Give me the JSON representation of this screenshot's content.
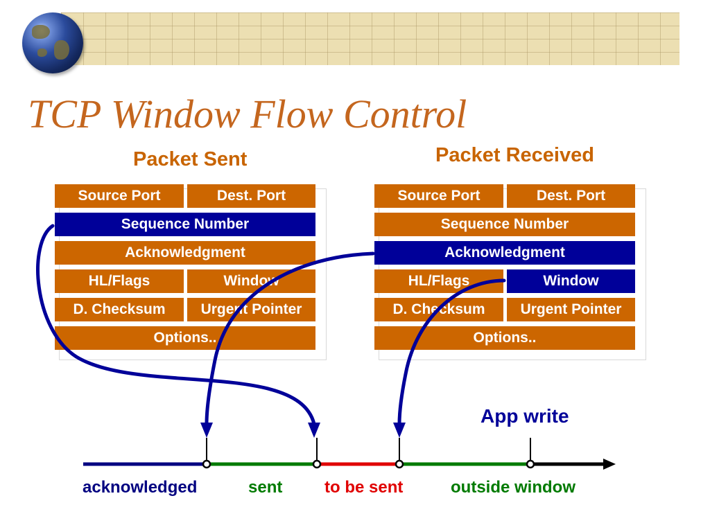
{
  "slide": {
    "title": "TCP Window Flow Control"
  },
  "packets": {
    "sent": {
      "heading": "Packet Sent",
      "rows": [
        [
          "Source Port",
          "Dest. Port"
        ],
        [
          "Sequence Number"
        ],
        [
          "Acknowledgment"
        ],
        [
          "HL/Flags",
          "Window"
        ],
        [
          "D. Checksum",
          "Urgent Pointer"
        ],
        [
          "Options.."
        ]
      ],
      "highlighted_field": "Sequence Number"
    },
    "received": {
      "heading": "Packet Received",
      "rows": [
        [
          "Source Port",
          "Dest. Port"
        ],
        [
          "Sequence Number"
        ],
        [
          "Acknowledgment"
        ],
        [
          "HL/Flags",
          "Window"
        ],
        [
          "D. Checksum",
          "Urgent Pointer"
        ],
        [
          "Options.."
        ]
      ],
      "highlighted_fields": [
        "Acknowledgment",
        "Window"
      ]
    }
  },
  "timeline": {
    "annotation": "App write",
    "segments": [
      {
        "label": "acknowledged",
        "color": "#000080"
      },
      {
        "label": "sent",
        "color": "#007a00"
      },
      {
        "label": "to be sent",
        "color": "#e00000"
      },
      {
        "label": "outside window",
        "color": "#007a00"
      }
    ],
    "tail_color": "#000000"
  },
  "colors": {
    "title": "#c4661e",
    "heading": "#c86400",
    "field": "#cc6600",
    "field_highlight": "#000099",
    "arrow": "#000099"
  },
  "icons": {
    "logo": "globe-icon"
  }
}
